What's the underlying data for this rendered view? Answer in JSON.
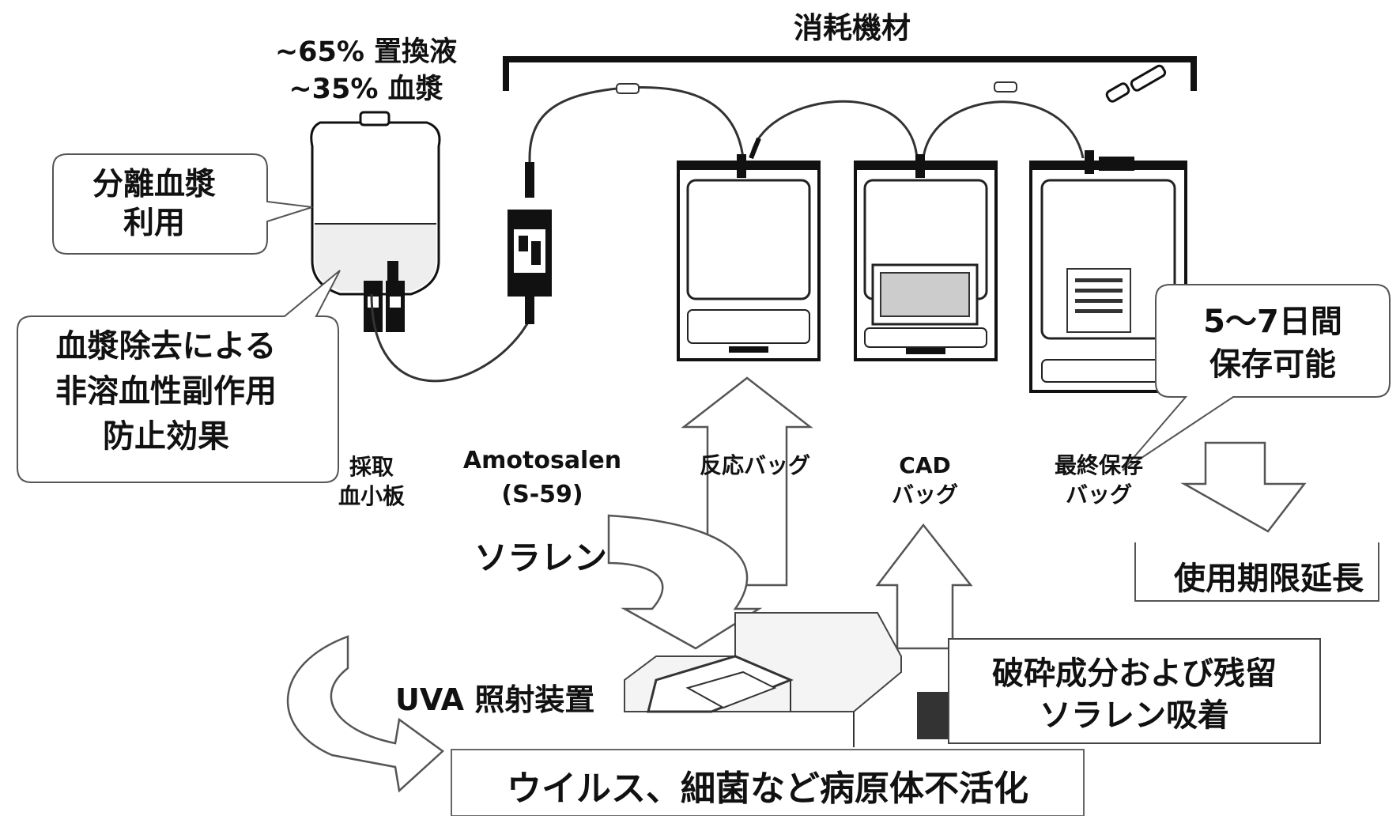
{
  "header": {
    "consumables": "消耗機材"
  },
  "plasma_ratio": {
    "line1": "~65% 置換液",
    "line2": "~35% 血漿"
  },
  "callouts": {
    "separated_plasma": [
      "分離血漿",
      "利用"
    ],
    "plasma_removal": [
      "血漿除去による",
      "非溶血性副作用",
      "防止効果"
    ],
    "storage": [
      "5～7日間",
      "保存可能"
    ],
    "expiry": "使用期限延長",
    "adsorption": [
      "破砕成分および残留",
      "ソラレン吸着"
    ],
    "inactivation": "ウイルス、細菌など病原体不活化"
  },
  "components": {
    "collected_platelets": [
      "採取",
      "血小板"
    ],
    "amotosalen": [
      "Amotosalen",
      "(S-59)"
    ],
    "reaction_bag": "反応バッグ",
    "cad_bag": [
      "CAD",
      "バッグ"
    ],
    "final_storage_bag": [
      "最終保存",
      "バッグ"
    ]
  },
  "labels": {
    "psoralen": "ソラレン",
    "uva_device": "UVA 照射装置"
  }
}
